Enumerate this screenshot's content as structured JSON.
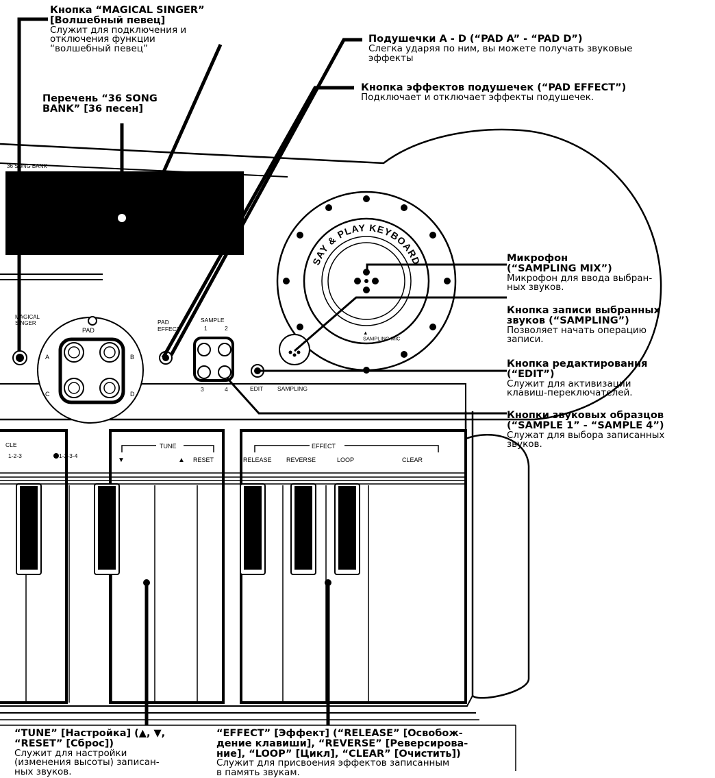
{
  "device_labels": {
    "song_bank": "36 SONG BANK",
    "magical_singer": "MAGICAL\nSINGER",
    "pad": "PAD",
    "pad_a": "A",
    "pad_b": "B",
    "pad_c": "C",
    "pad_d": "D",
    "pad_effect": "PAD\nEFFECT",
    "sample": "SAMPLE",
    "sample_1": "1",
    "sample_2": "2",
    "sample_3": "3",
    "sample_4": "4",
    "edit": "EDIT",
    "sampling": "SAMPLING",
    "sampling_mic": "▲\nSAMPLING MIC",
    "say_play": "SAY & PLAY KEYBOARD",
    "cycle": "CLE",
    "cycle_123": "1-2-3",
    "cycle_1234": "1-2-3-4",
    "tune": "TUNE",
    "tune_down": "▼",
    "tune_up": "▲",
    "reset": "RESET",
    "effect": "EFFECT",
    "release": "RELEASE",
    "reverse": "REVERSE",
    "loop": "LOOP",
    "clear": "CLEAR"
  },
  "annotations": {
    "magical_singer": {
      "title": [
        "Кнопка “MAGICAL SINGER”",
        "[Волшебный певец]"
      ],
      "desc": [
        "Служит для подключения и",
        "отключения функции",
        "“волшебный певец”"
      ]
    },
    "song_bank": {
      "title": [
        "Перечень “36 SONG",
        "BANK” [36 песен]"
      ],
      "desc": []
    },
    "pads": {
      "title": [
        "Подушечки A - D (“PAD A” - “PAD D”)"
      ],
      "desc": [
        "Слегка ударяя по ним, вы можете получать звуковые",
        "эффекты"
      ]
    },
    "pad_effect": {
      "title": [
        "Кнопка эффектов подушечек (“PAD EFFECT”)"
      ],
      "desc": [
        "Подключает и отключает эффекты подушечек."
      ]
    },
    "mic": {
      "title": [
        "Микрофон",
        "(“SAMPLING MIX”)"
      ],
      "desc": [
        "Микрофон для ввода выбран-",
        "ных звуков."
      ]
    },
    "sampling": {
      "title": [
        "Кнопка записи выбранных",
        "звуков (“SAMPLING”)"
      ],
      "desc": [
        "Позволяет начать операцию",
        "записи."
      ]
    },
    "edit": {
      "title": [
        "Кнопка редактирования",
        "(“EDIT”)"
      ],
      "desc": [
        "Служит для активизации",
        "клавиш-переключателей."
      ]
    },
    "samples": {
      "title": [
        "Кнопки звуковых образцов",
        "(“SAMPLE 1” - “SAMPLE 4”)"
      ],
      "desc": [
        "Служат для выбора записанных",
        "звуков."
      ]
    },
    "tune": {
      "title": [
        "“TUNE” [Настройка] (▲, ▼,",
        "“RESET” [Сброс])"
      ],
      "desc": [
        "Служит для настройки",
        "(изменения высоты) записан-",
        "ных звуков."
      ]
    },
    "effect": {
      "title": [
        "“EFFECT” [Эффект] (“RELEASE” [Освобож-",
        "дение клавиши], “REVERSE” [Реверсирова-",
        "ние], “LOOP” [Цикл], “CLEAR” [Очистить])"
      ],
      "desc": [
        "Служит для присвоения эффектов записанным",
        "в память звукам."
      ]
    }
  }
}
